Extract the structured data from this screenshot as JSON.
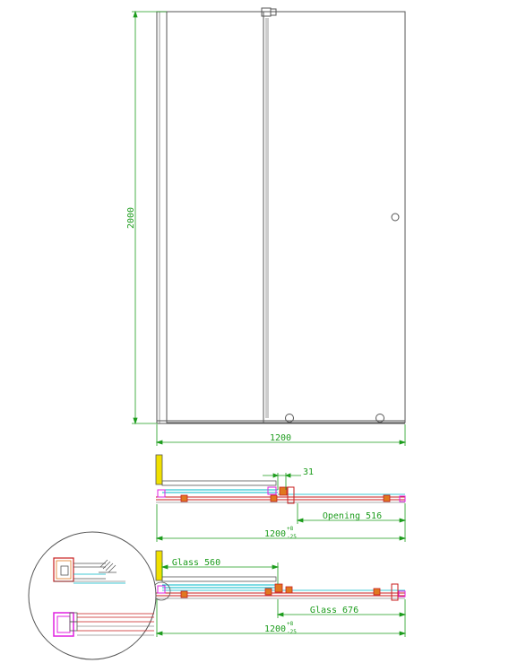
{
  "dimensions": {
    "height": "2000",
    "width": "1200",
    "gap": "31",
    "opening": "Opening 516",
    "total_top": "1200",
    "total_bottom": "1200",
    "tol_plus": "+8",
    "tol_minus": "-25",
    "glass_fixed": "Glass 560",
    "glass_door": "Glass 676"
  },
  "colors": {
    "outline": "#555555",
    "dimension": "#1c9c1c",
    "glass_cyan": "#00b8c8",
    "profile_red": "#c81e1e",
    "seal_magenta": "#e020e0",
    "wall_yellow": "#f0e000",
    "fitting_orange": "#e07820"
  }
}
